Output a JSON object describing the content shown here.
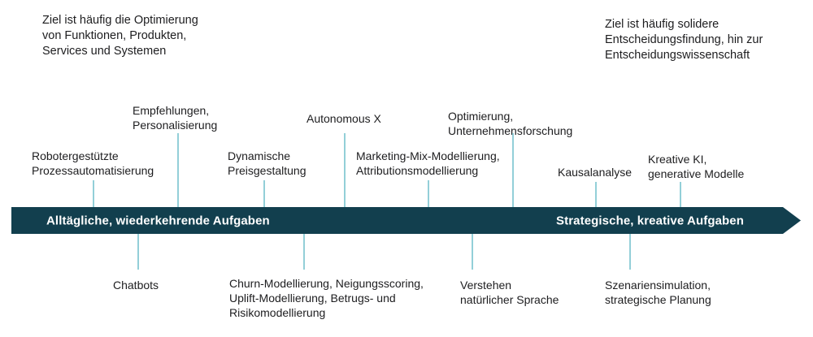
{
  "diagram": {
    "goal_notes": {
      "left": "Ziel ist häufig die Optimierung\nvon Funktionen, Produkten,\nServices und Systemen",
      "right": "Ziel ist häufig solidere\nEntscheidungsfindung, hin zur\nEntscheidungswissenschaft"
    },
    "arrow": {
      "left_label": "Alltägliche, wiederkehrende Aufgaben",
      "right_label": "Strategische, kreative Aufgaben"
    },
    "items_above": [
      {
        "label": "Robotergestützte\nProzessautomatisierung"
      },
      {
        "label": "Empfehlungen,\nPersonalisierung"
      },
      {
        "label": "Dynamische\nPreisgestaltung"
      },
      {
        "label": "Autonomous X"
      },
      {
        "label": "Marketing-Mix-Modellierung,\nAttributionsmodellierung"
      },
      {
        "label": "Optimierung,\nUnternehmensforschung"
      },
      {
        "label": "Kausalanalyse"
      },
      {
        "label": "Kreative KI,\ngenerative Modelle"
      }
    ],
    "items_below": [
      {
        "label": "Chatbots"
      },
      {
        "label": "Churn-Modellierung, Neigungsscoring,\nUplift-Modellierung, Betrugs- und\nRisikomodellierung"
      },
      {
        "label": "Verstehen\nnatürlicher Sprache"
      },
      {
        "label": "Szenariensimulation,\nstrategische Planung"
      }
    ],
    "colors": {
      "band": "#123f4e",
      "tick": "#93cfd8",
      "text": "#1d1d1f",
      "band_text": "#ffffff"
    }
  }
}
